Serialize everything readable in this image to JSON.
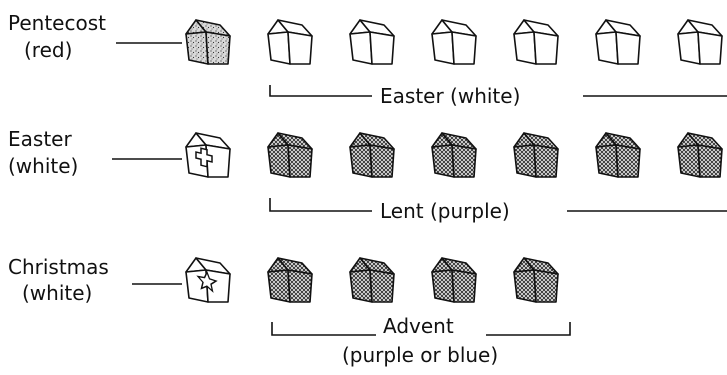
{
  "rows": [
    {
      "label_lines": [
        "Pentecost",
        "(red)"
      ],
      "bracket_label": "Easter (white)",
      "bracket_sublabel": "",
      "season_block": "red-speckled",
      "following_blocks": "white",
      "following_block_count": 6,
      "season_block_icon": ""
    },
    {
      "label_lines": [
        "Easter",
        "(white)"
      ],
      "bracket_label": "Lent (purple)",
      "bracket_sublabel": "",
      "season_block": "white",
      "following_blocks": "dark-crosshatched",
      "following_block_count": 6,
      "season_block_icon": "cross-icon"
    },
    {
      "label_lines": [
        "Christmas",
        "(white)"
      ],
      "bracket_label": "Advent",
      "bracket_sublabel": "(purple or blue)",
      "season_block": "white",
      "following_blocks": "dark-crosshatched",
      "following_block_count": 4,
      "season_block_icon": "star-icon"
    }
  ],
  "colors": {
    "ink": "#111111",
    "paper": "#ffffff"
  }
}
